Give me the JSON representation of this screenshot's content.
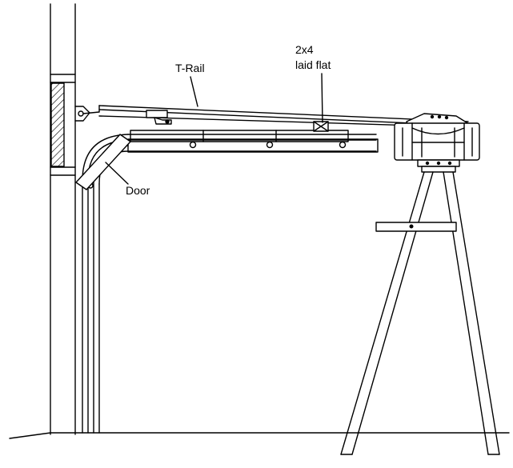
{
  "diagram": {
    "labels": {
      "t_rail": "T-Rail",
      "board_line1": "2x4",
      "board_line2": "laid flat",
      "door": "Door"
    }
  }
}
